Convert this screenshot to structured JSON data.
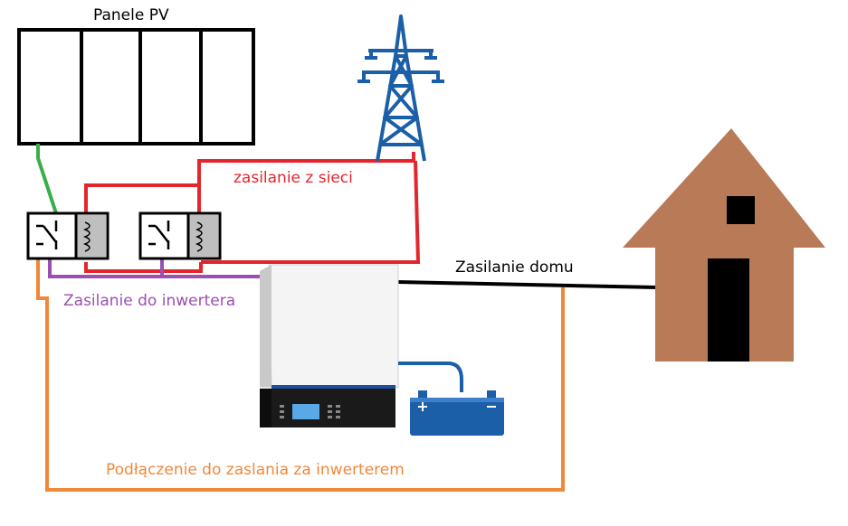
{
  "labels": {
    "pv_panels": "Panele PV",
    "grid_supply": "zasilanie z sieci",
    "house_supply": "Zasilanie domu",
    "inverter_supply": "Zasilanie do inwertera",
    "after_inverter": "Podłączenie do zaslania za inwerterem"
  },
  "colors": {
    "grid_wire": "#e3262b",
    "pv_wire": "#3aae4a",
    "inverter_wire": "#9b4fb0",
    "bypass_wire": "#f0883a",
    "house_wire": "#000000",
    "label_grid": "#e3262b",
    "label_inverter": "#9b4fb0",
    "label_bypass": "#f0883a",
    "house_body": "#b87a57",
    "pylon": "#1b5fa8",
    "battery": "#1b5fa8",
    "relay_coil": "#bfbfbf"
  },
  "icons": [
    "pv-panel-array",
    "power-pylon-icon",
    "relay-icon",
    "inverter-device",
    "battery-icon",
    "house-icon"
  ]
}
